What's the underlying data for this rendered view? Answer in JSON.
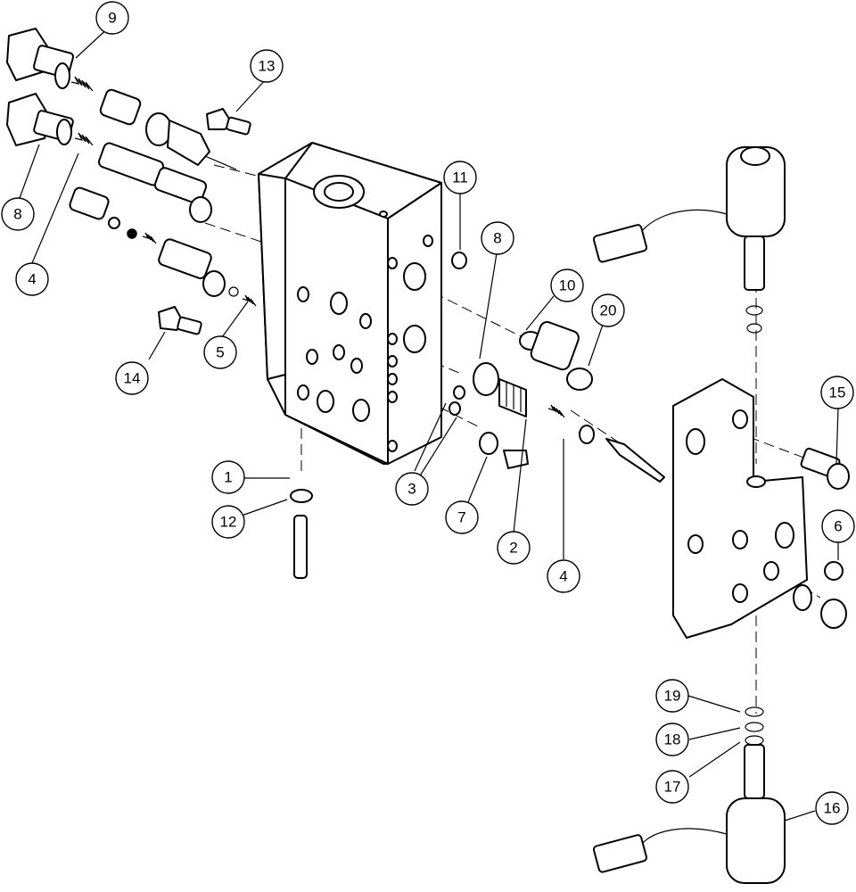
{
  "callouts": [
    {
      "id": "c1",
      "label": "9"
    },
    {
      "id": "c2",
      "label": "13"
    },
    {
      "id": "c3",
      "label": "8"
    },
    {
      "id": "c4",
      "label": "4"
    },
    {
      "id": "c5",
      "label": "11"
    },
    {
      "id": "c6",
      "label": "8"
    },
    {
      "id": "c7",
      "label": "10"
    },
    {
      "id": "c8",
      "label": "20"
    },
    {
      "id": "c9",
      "label": "5"
    },
    {
      "id": "c10",
      "label": "14"
    },
    {
      "id": "c11",
      "label": "15"
    },
    {
      "id": "c12",
      "label": "1"
    },
    {
      "id": "c13",
      "label": "12"
    },
    {
      "id": "c14",
      "label": "3"
    },
    {
      "id": "c15",
      "label": "7"
    },
    {
      "id": "c16",
      "label": "2"
    },
    {
      "id": "c17",
      "label": "4"
    },
    {
      "id": "c18",
      "label": "6"
    },
    {
      "id": "c19",
      "label": "19"
    },
    {
      "id": "c20",
      "label": "18"
    },
    {
      "id": "c21",
      "label": "17"
    },
    {
      "id": "c22",
      "label": "16"
    }
  ]
}
